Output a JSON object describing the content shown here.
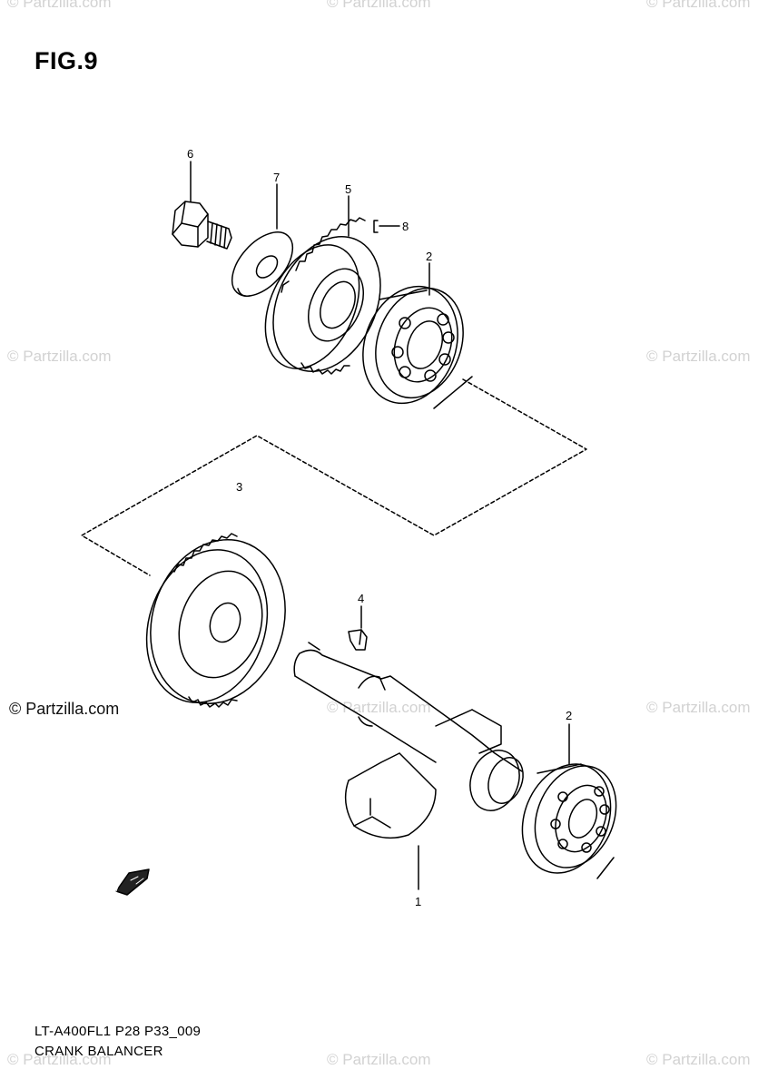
{
  "figure": {
    "title": "FIG.9"
  },
  "watermarks": {
    "faint": "© Partzilla.com",
    "strong": "© Partzilla.com"
  },
  "callouts": {
    "c1": "1",
    "c2a": "2",
    "c2b": "2",
    "c3": "3",
    "c4": "4",
    "c5": "5",
    "c6": "6",
    "c7": "7",
    "c8": "8"
  },
  "footer": {
    "model_code": "LT-A400FL1 P28 P33_009",
    "section_name": "CRANK BALANCER"
  }
}
